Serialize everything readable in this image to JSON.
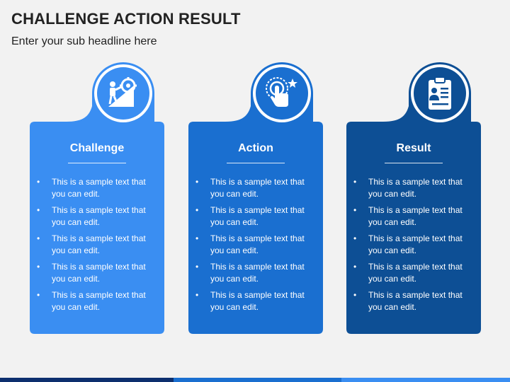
{
  "header": {
    "title": "CHALLENGE ACTION RESULT",
    "subtitle": "Enter your sub headline here"
  },
  "colors": {
    "challenge": "#3a8ef2",
    "action": "#1a6fd0",
    "result": "#0d4f95",
    "background": "#f2f2f2"
  },
  "cards": [
    {
      "title": "Challenge",
      "icon": "climbing-gear-icon",
      "bullets": [
        "This is a sample text that you can edit.",
        "This is a sample text that you can edit.",
        "This is a sample text that you can edit.",
        "This is a sample text that you can edit.",
        "This is a sample text that you can edit."
      ]
    },
    {
      "title": "Action",
      "icon": "touch-target-icon",
      "bullets": [
        "This is a sample text that you can edit.",
        "This is a sample text that you can edit.",
        "This is a sample text that you can edit.",
        "This is a sample text that you can edit.",
        "This is a sample text that you can edit."
      ]
    },
    {
      "title": "Result",
      "icon": "clipboard-user-icon",
      "bullets": [
        "This is a sample text that you can edit.",
        "This is a sample text that you can edit.",
        "This is a sample text that you can edit.",
        "This is a sample text that you can edit.",
        "This is a sample text that you can edit."
      ]
    }
  ]
}
